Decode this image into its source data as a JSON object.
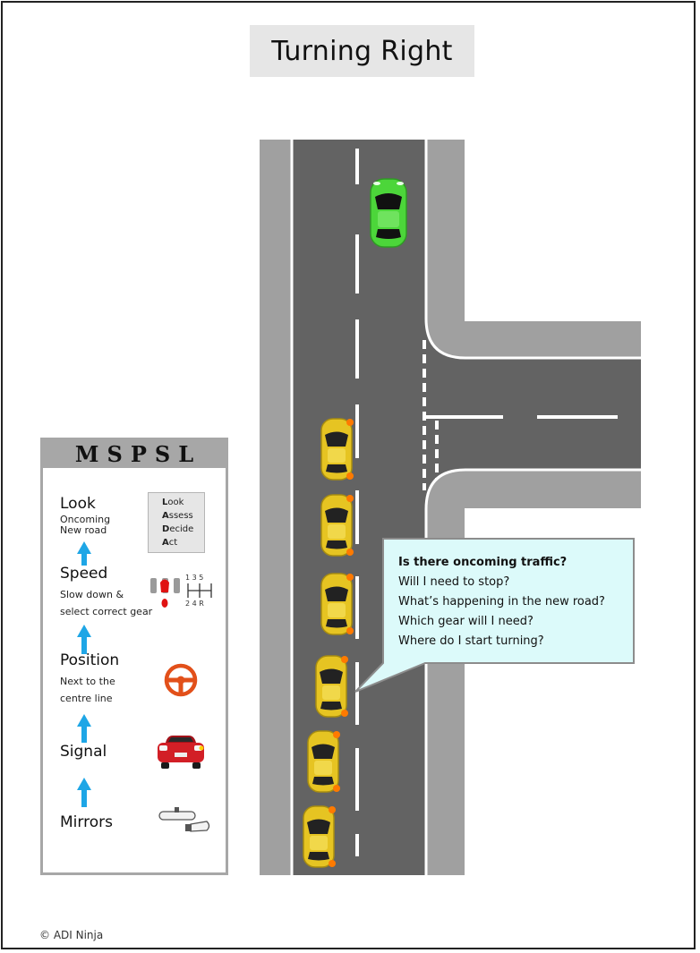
{
  "title": "Turning Right",
  "mspsl": {
    "header": "MSPSL",
    "steps": [
      {
        "title": "Look",
        "sub": [
          "Oncoming",
          "New road"
        ],
        "icon": "lada-card-icon"
      },
      {
        "title": "Speed",
        "sub": [
          "Slow down &",
          "select correct gear"
        ],
        "icon": "pedals-gearbox-icon"
      },
      {
        "title": "Position",
        "sub": [
          "Next to the",
          "centre line"
        ],
        "icon": "steering-wheel-icon"
      },
      {
        "title": "Signal",
        "sub": [],
        "icon": "car-rear-signal-icon"
      },
      {
        "title": "Mirrors",
        "sub": [],
        "icon": "mirrors-icon"
      }
    ],
    "lada": [
      {
        "initial": "L",
        "rest": "ook"
      },
      {
        "initial": "A",
        "rest": "ssess"
      },
      {
        "initial": "D",
        "rest": "ecide"
      },
      {
        "initial": "A",
        "rest": "ct"
      }
    ],
    "gear_labels": {
      "top": "1 3 5",
      "bottom": "2 4 R"
    }
  },
  "callout": {
    "lines": [
      "Is there oncoming traffic?",
      "Will I need to stop?",
      "What’s happening in the new road?",
      "Which gear will I need?",
      "Where do I start turning?"
    ]
  },
  "colors": {
    "road": "#636363",
    "kerb": "#a0a0a0",
    "lane_marking": "#ffffff",
    "oncoming_car": "#4cd63a",
    "learner_car": "#e6c422",
    "indicator": "#ff7a00",
    "callout_fill": "#dcfafa",
    "steering_wheel": "#e2501a",
    "signal_car": "#d21f26",
    "arrow": "#1ea6e6"
  },
  "copyright": "© ADI Ninja"
}
